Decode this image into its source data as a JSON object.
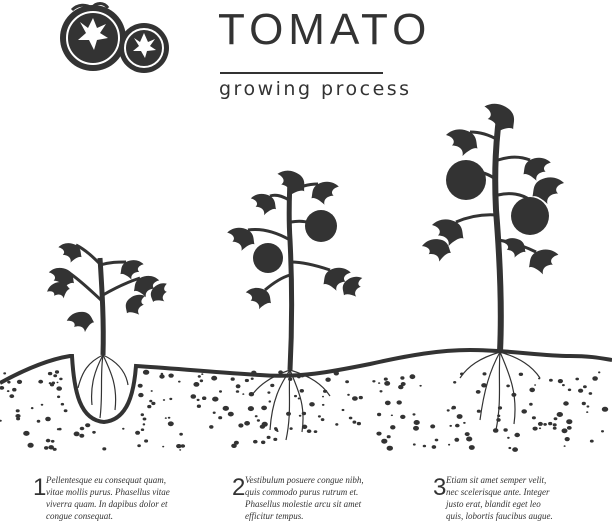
{
  "header": {
    "title": "TOMATO",
    "subtitle": "growing process",
    "logo_icon": "tomatoes-icon"
  },
  "colors": {
    "ink": "#333333",
    "background": "#ffffff"
  },
  "steps": [
    {
      "number": "1",
      "text": "Pellentesque eu consequat quam,\nvitae mollis purus. Phasellus vitae\nviverra quam. In dapibus dolor et\ncongue consequat."
    },
    {
      "number": "2",
      "text": "Vestibulum posuere congue nibh,\nquis commodo purus rutrum et.\nPhasellus molestie arcu sit amet\n efficitur tempus."
    },
    {
      "number": "3",
      "text": "Etiam sit amet semper velit,\nnec scelerisque ante. Integer\njusto erat, blandit eget leo\nquis, lobortis faucibus augue."
    }
  ],
  "stages": [
    {
      "icon": "seedling-icon"
    },
    {
      "icon": "young-tomato-plant-icon"
    },
    {
      "icon": "mature-tomato-plant-icon"
    }
  ]
}
